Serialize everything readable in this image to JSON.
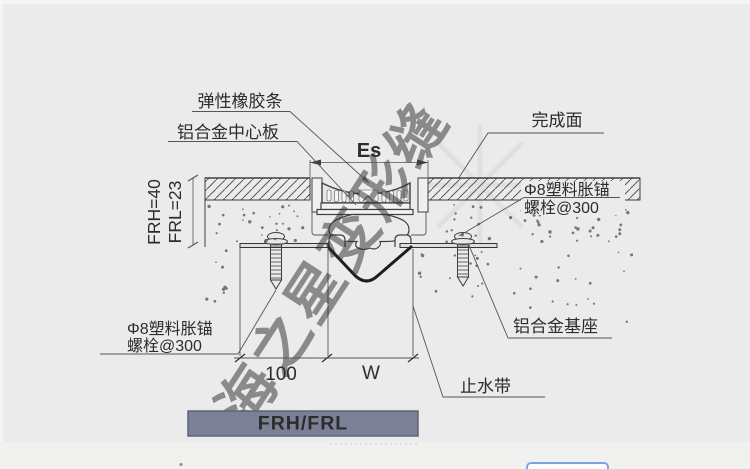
{
  "drawing": {
    "watermark": "海之星变形缝",
    "callouts": {
      "rubber_strip": "弹性橡胶条",
      "center_plate": "铝合金中心板",
      "finished_surface": "完成面",
      "anchor_bolt_line1": "Φ8塑料胀锚",
      "anchor_bolt_line2": "螺栓@300",
      "base": "铝合金基座",
      "waterstop": "止水带"
    },
    "dimensions": {
      "es": "Es",
      "frh": "FRH=40",
      "frl": "FRL=23",
      "base_width": "100",
      "gap_width": "W"
    },
    "model_badge": "FRH/FRL",
    "colors": {
      "panel_bg": "#ebebeb",
      "line": "#3f3f3f",
      "badge_bg": "#7b8097",
      "badge_border": "#5d627a",
      "badge_text": "#f4f4f6",
      "watermark": "#c4c5ce",
      "button_border": "#7ba6e2"
    }
  }
}
